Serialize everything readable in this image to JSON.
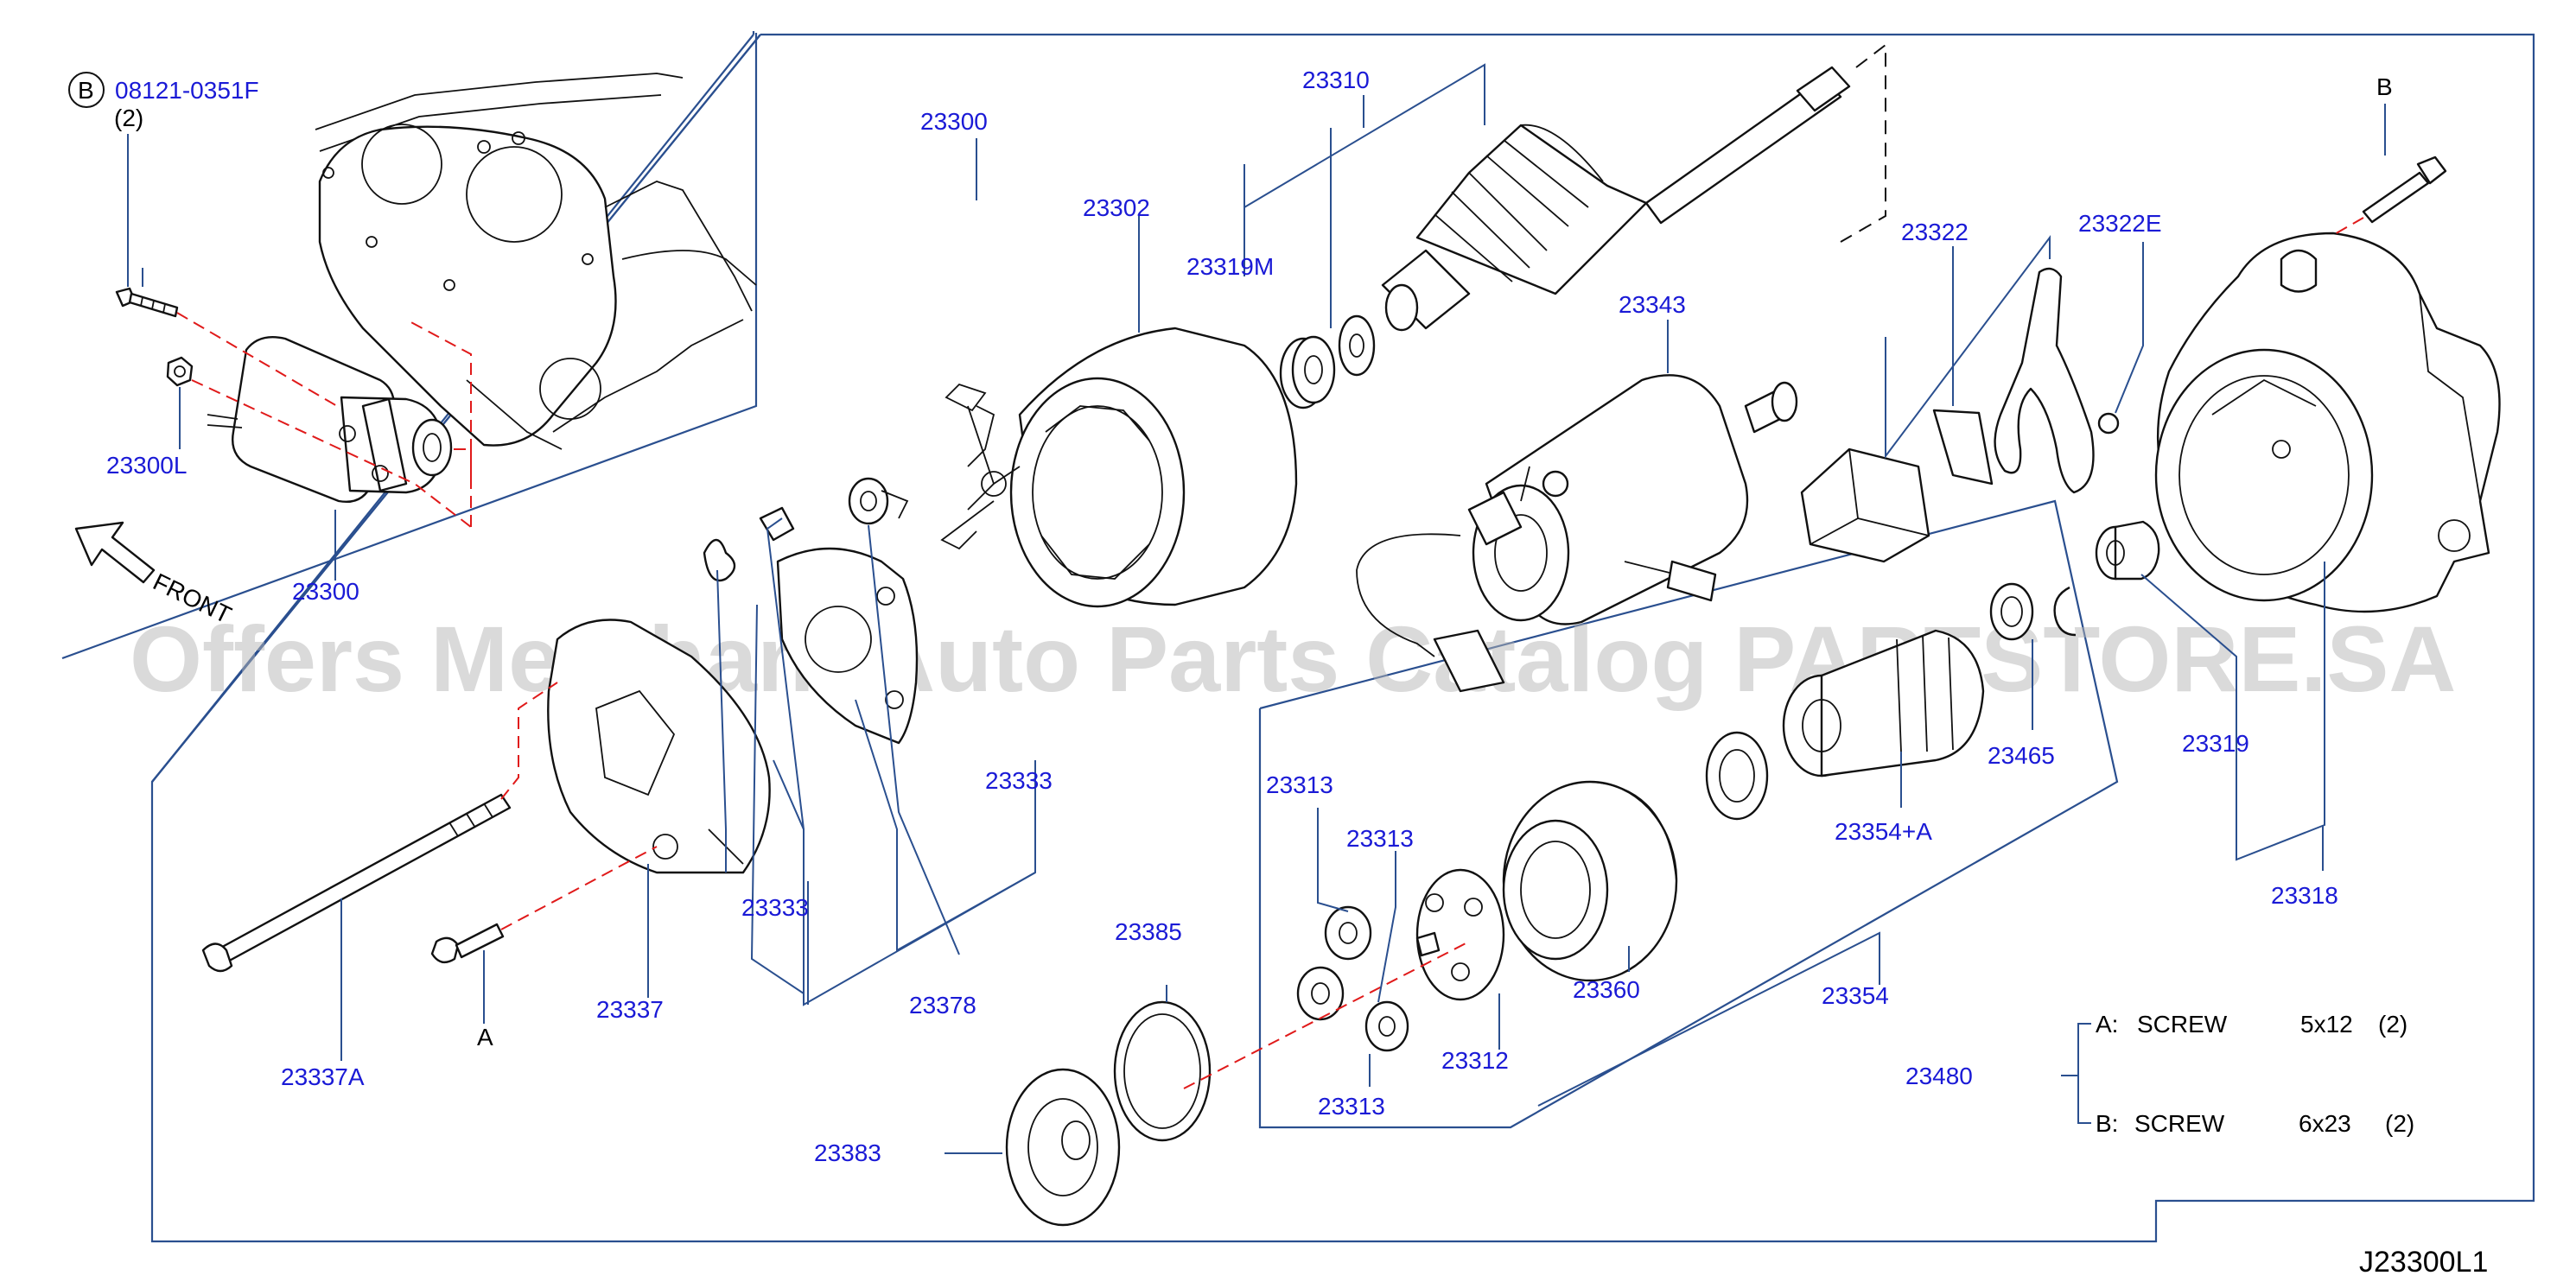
{
  "diagram": {
    "bolt_callout": {
      "circle_letter": "B",
      "part_no": "08121-0351F",
      "qty": "(2)"
    },
    "front_label": "FRONT",
    "labels": {
      "p23300_top": "23300",
      "p23300_inset": "23300",
      "p23300L": "23300L",
      "p23310": "23310",
      "p23319M": "23319M",
      "p23302": "23302",
      "p23343": "23343",
      "p23322": "23322",
      "p23322E": "23322E",
      "p23319": "23319",
      "p23318": "23318",
      "p23333_right": "23333",
      "p23333_left": "23333",
      "p23378": "23378",
      "p23337": "23337",
      "p23337A": "23337A",
      "p23385": "23385",
      "p23383": "23383",
      "p23313_a": "23313",
      "p23313_b": "23313",
      "p23313_c": "23313",
      "p23312": "23312",
      "p23360": "23360",
      "p23354A": "23354+A",
      "p23354": "23354",
      "p23465": "23465",
      "p23480": "23480"
    },
    "markers": {
      "A": "A",
      "B": "B"
    },
    "legend": [
      {
        "key": "A:",
        "name": "SCREW",
        "size": "5x12",
        "qty": "(2)"
      },
      {
        "key": "B:",
        "name": "SCREW",
        "size": "6x23",
        "qty": "(2)"
      }
    ],
    "diagram_code": "J23300L1",
    "watermark": "Offers Merchant Auto Parts Catalog PARTSTORE.SA",
    "colors": {
      "label": "#1a1ad6",
      "frame": "#2a4f8f",
      "dash": "#e01a1a",
      "ink": "#111111"
    }
  }
}
